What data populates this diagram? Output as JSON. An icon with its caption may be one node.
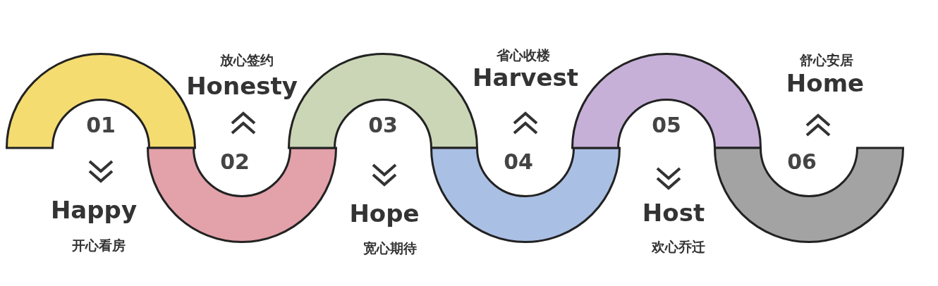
{
  "diagram": {
    "nodes": [
      {
        "text": [
          "01"
        ]
      },
      {
        "text": [
          "02"
        ]
      },
      {
        "text": [
          "03"
        ]
      },
      {
        "text": [
          "04"
        ]
      },
      {
        "text": [
          "05"
        ]
      },
      {
        "text": [
          "06"
        ]
      }
    ],
    "labels": [
      "Happy",
      "开心看房",
      "放心签约",
      "Honesty",
      "Hope",
      "宽心期待",
      "省心收楼",
      "Harvest",
      "Host",
      "欢心乔迁",
      "舒心安居",
      "Home"
    ]
  }
}
